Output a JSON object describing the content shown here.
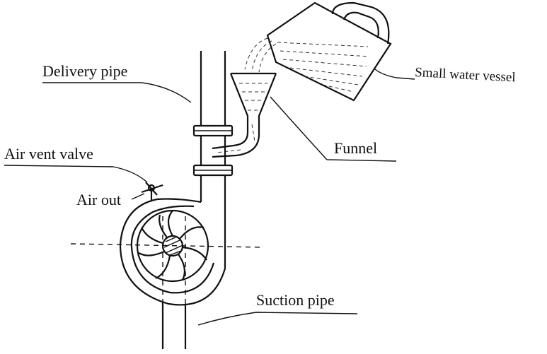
{
  "labels": {
    "delivery_pipe": "Delivery pipe",
    "small_water_vessel": "Small water vessel",
    "funnel": "Funnel",
    "air_vent_valve": "Air vent valve",
    "air_out": "Air out",
    "suction_pipe": "Suction pipe"
  }
}
